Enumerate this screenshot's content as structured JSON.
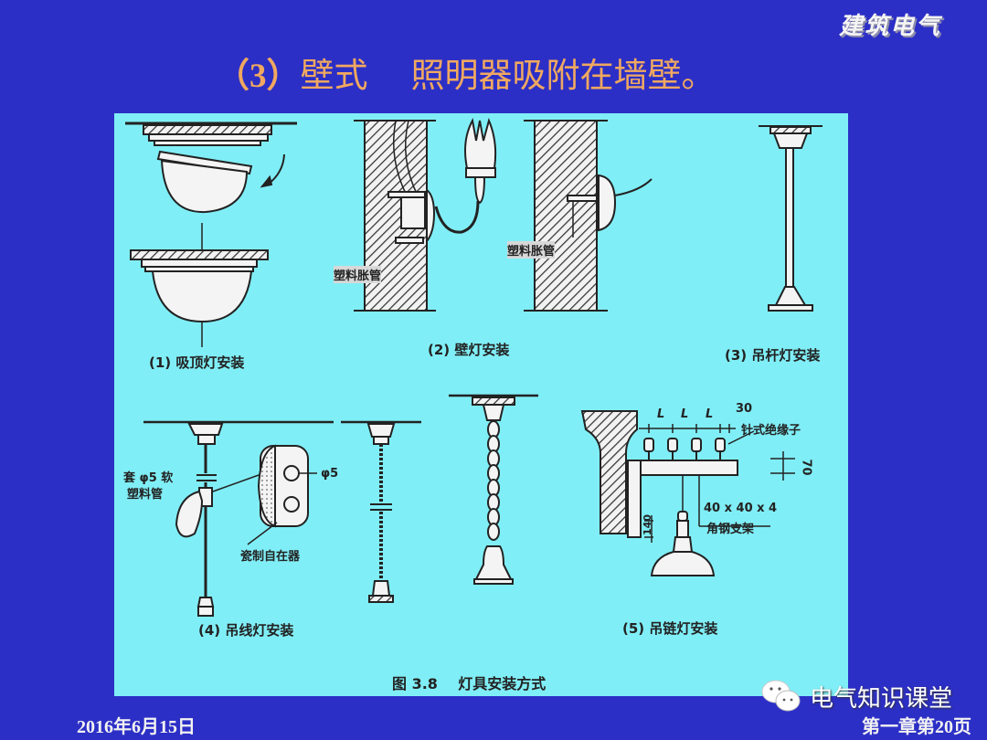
{
  "header": {
    "brand": "建筑电气",
    "title_prefix": "（3）",
    "title_main": "壁式    照明器吸附在墙壁。"
  },
  "figure": {
    "caption": "图 3.8    灯具安装方式",
    "sub_captions": [
      "(1) 吸顶灯安装",
      "(2) 壁灯安装",
      "(3) 吊杆灯安装",
      "(4) 吊线灯安装",
      "(5) 吊链灯安装"
    ],
    "labels": {
      "plastic_anchor_left": "塑料胀管",
      "plastic_anchor_right": "塑料胀管",
      "sleeve_line1": "套 φ5 软",
      "sleeve_line2": "塑料管",
      "phi5": "φ5",
      "porcelain_holder": "瓷制自在器",
      "dim_L1": "L",
      "dim_L2": "L",
      "dim_L3": "L",
      "dim_30": "30",
      "pin_insulator": "针式绝缘子",
      "dim_70": "70",
      "angle_size": "40 x 40 x 4",
      "angle_bracket": "角钢支架",
      "dim_140": "140"
    }
  },
  "footer": {
    "date": "2016年6月15日",
    "page": "第一章第20页",
    "watermark": "电气知识课堂",
    "watermark_icon": "wechat-icon"
  },
  "colors": {
    "background": "#2c2fc6",
    "panel": "#80eef6",
    "title": "#f0a860",
    "footer_text": "#f2f2f2"
  }
}
